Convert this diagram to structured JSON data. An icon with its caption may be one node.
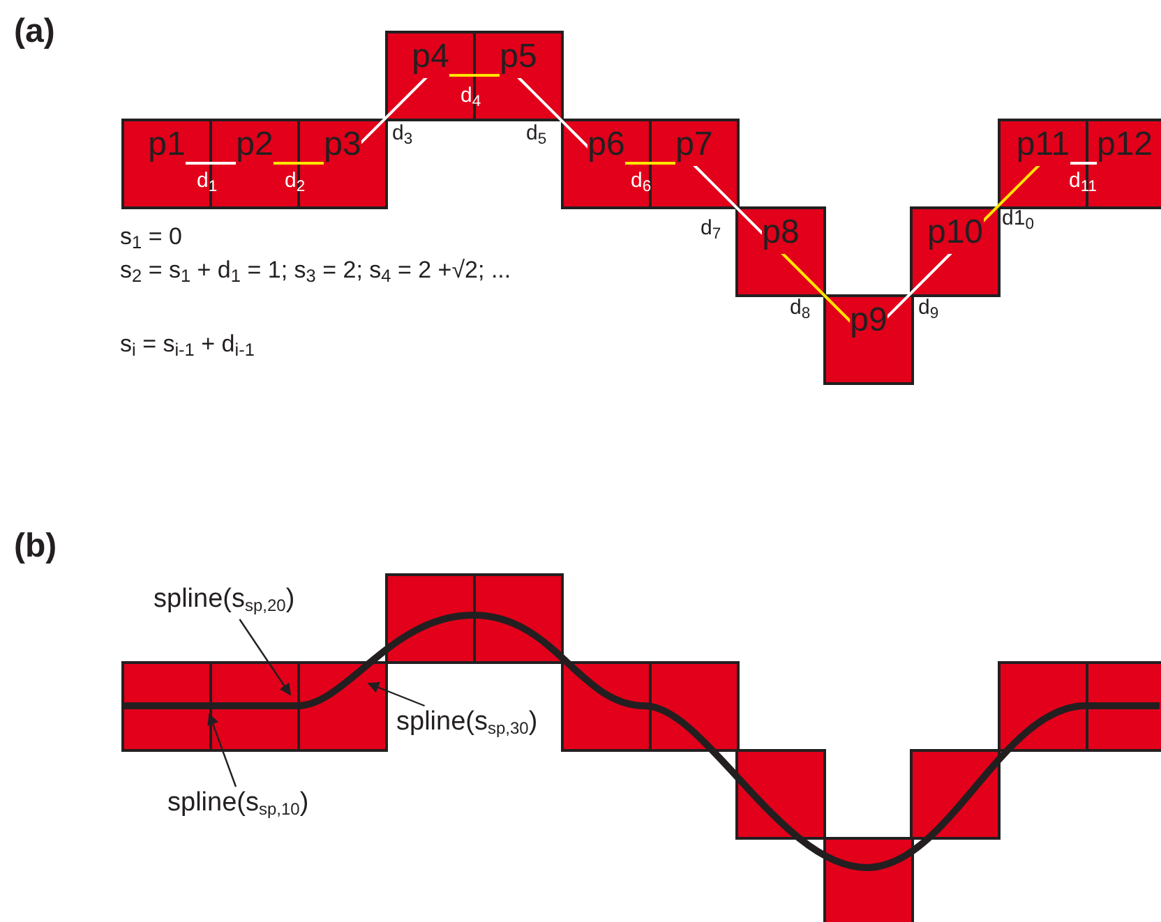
{
  "diagram": {
    "nodes": [
      {
        "text": [
          "p1"
        ]
      },
      {
        "text": [
          "p2"
        ]
      },
      {
        "text": [
          "p3"
        ]
      },
      {
        "text": [
          "p4"
        ]
      },
      {
        "text": [
          "p5"
        ]
      },
      {
        "text": [
          "p6"
        ]
      },
      {
        "text": [
          "p7"
        ]
      },
      {
        "text": [
          "p8"
        ]
      },
      {
        "text": [
          "p9"
        ]
      },
      {
        "text": [
          "p10"
        ]
      },
      {
        "text": [
          "p11"
        ]
      },
      {
        "text": [
          "p12"
        ]
      },
      {
        "text": [],
        "shape": "box"
      },
      {
        "text": [],
        "shape": "box"
      },
      {
        "text": [],
        "shape": "box"
      },
      {
        "text": [],
        "shape": "box"
      },
      {
        "text": [],
        "shape": "box"
      },
      {
        "text": [],
        "shape": "box"
      },
      {
        "text": [],
        "shape": "box"
      },
      {
        "text": [],
        "shape": "box"
      },
      {
        "text": [],
        "shape": "box"
      },
      {
        "text": [],
        "shape": "box"
      },
      {
        "text": [],
        "shape": "box"
      },
      {
        "text": [],
        "shape": "box"
      },
      {
        "text": [
          "spline(s$_{sp,20}$)"
        ]
      },
      {
        "text": [
          "spline(s$_{sp,30}$)"
        ]
      },
      {
        "text": [
          "spline(s$_{sp,10}$)"
        ]
      }
    ],
    "edges": [
      {
        "from": 24,
        "to": 13,
        "arrow": "to"
      },
      {
        "from": 25,
        "to": 14,
        "arrow": "to"
      },
      {
        "from": 26,
        "to": 12,
        "arrow": "to"
      }
    ],
    "labels": [
      "(a)",
      "d$_{1}$",
      "d$_{2}$",
      "d$_{3}$",
      "d$_{4}$",
      "d$_{5}$",
      "d$_{6}$",
      "d$_{7}$",
      "d$_{8}$",
      "d$_{9}$",
      "d1$_{0}$",
      "d$_{11}$",
      "s$_{1}$ = 0",
      "s$_{2}$ = s$_{1}$ + d$_{1}$ = 1;  s$_{3}$ = 2;  s$_{4}$ = 2 +√2; ...",
      "s$_{i}$ = s$_{i-1}$ + d$_{i-1}$",
      "(b)"
    ]
  }
}
